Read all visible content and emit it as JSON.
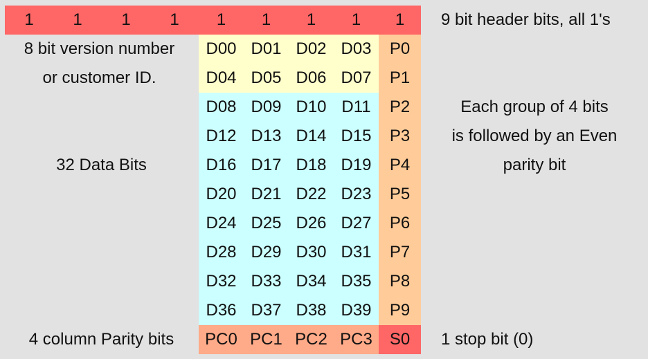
{
  "colors": {
    "background": "#e2e2e2",
    "header": "#ff6666",
    "version_block": "#ffffcc",
    "data_block": "#ccffff",
    "parity_column": "#ffcc99",
    "column_parity": "#ffaa88",
    "stop_bit": "#ff6666"
  },
  "header_bits": [
    "1",
    "1",
    "1",
    "1",
    "1",
    "1",
    "1",
    "1",
    "1"
  ],
  "header_label": "9 bit  header bits, all 1's",
  "version_label": [
    "8 bit version  number",
    "or customer ID."
  ],
  "data_label": "32 Data Bits",
  "parity_note": [
    "Each group of 4 bits",
    "is followed by an Even",
    "parity bit"
  ],
  "rows": [
    {
      "d": [
        "D00",
        "D01",
        "D02",
        "D03"
      ],
      "p": "P0"
    },
    {
      "d": [
        "D04",
        "D05",
        "D06",
        "D07"
      ],
      "p": "P1"
    },
    {
      "d": [
        "D08",
        "D09",
        "D10",
        "D11"
      ],
      "p": "P2"
    },
    {
      "d": [
        "D12",
        "D13",
        "D14",
        "D15"
      ],
      "p": "P3"
    },
    {
      "d": [
        "D16",
        "D17",
        "D18",
        "D19"
      ],
      "p": "P4"
    },
    {
      "d": [
        "D20",
        "D21",
        "D22",
        "D23"
      ],
      "p": "P5"
    },
    {
      "d": [
        "D24",
        "D25",
        "D26",
        "D27"
      ],
      "p": "P6"
    },
    {
      "d": [
        "D28",
        "D29",
        "D30",
        "D31"
      ],
      "p": "P7"
    },
    {
      "d": [
        "D32",
        "D33",
        "D34",
        "D35"
      ],
      "p": "P8"
    },
    {
      "d": [
        "D36",
        "D37",
        "D38",
        "D39"
      ],
      "p": "P9"
    }
  ],
  "column_parity_label": "4 column Parity bits",
  "column_parity": [
    "PC0",
    "PC1",
    "PC2",
    "PC3"
  ],
  "stop_bit": "S0",
  "stop_label": "1 stop bit (0)"
}
